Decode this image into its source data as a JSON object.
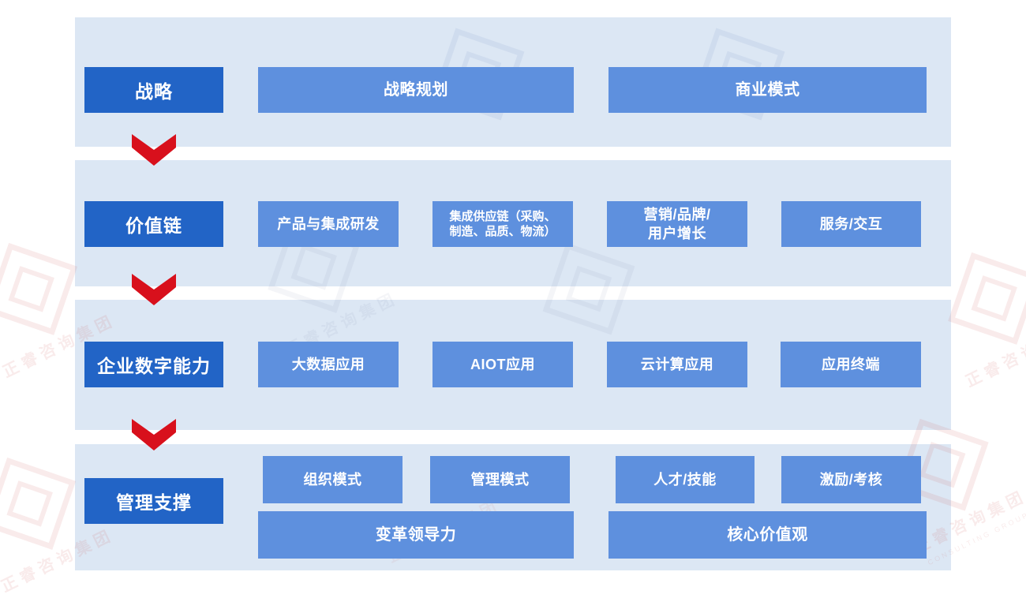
{
  "diagram": {
    "rows": [
      {
        "label": "战略",
        "boxes": [
          {
            "text": "战略规划"
          },
          {
            "text": "商业模式"
          }
        ]
      },
      {
        "label": "价值链",
        "boxes": [
          {
            "text": "产品与集成研发"
          },
          {
            "text": "集成供应链（采购、\n制造、品质、物流）"
          },
          {
            "text": "营销/品牌/\n用户增长"
          },
          {
            "text": "服务/交互"
          }
        ]
      },
      {
        "label": "企业数字能力",
        "boxes": [
          {
            "text": "大数据应用"
          },
          {
            "text": "AIOT应用"
          },
          {
            "text": "云计算应用"
          },
          {
            "text": "应用终端"
          }
        ]
      },
      {
        "label": "管理支撑",
        "boxes": [
          {
            "text": "组织模式"
          },
          {
            "text": "管理模式"
          },
          {
            "text": "人才/技能"
          },
          {
            "text": "激励/考核"
          },
          {
            "text": "变革领导力"
          },
          {
            "text": "核心价值观"
          }
        ]
      }
    ],
    "colors": {
      "band_background": "#dce7f4",
      "label_box": "#2264c6",
      "content_box": "#5e90de",
      "arrow_red": "#d8101c",
      "text": "#ffffff"
    },
    "watermark": {
      "cn": "正睿咨询集团",
      "en": "CONSULTING GROUP"
    }
  }
}
